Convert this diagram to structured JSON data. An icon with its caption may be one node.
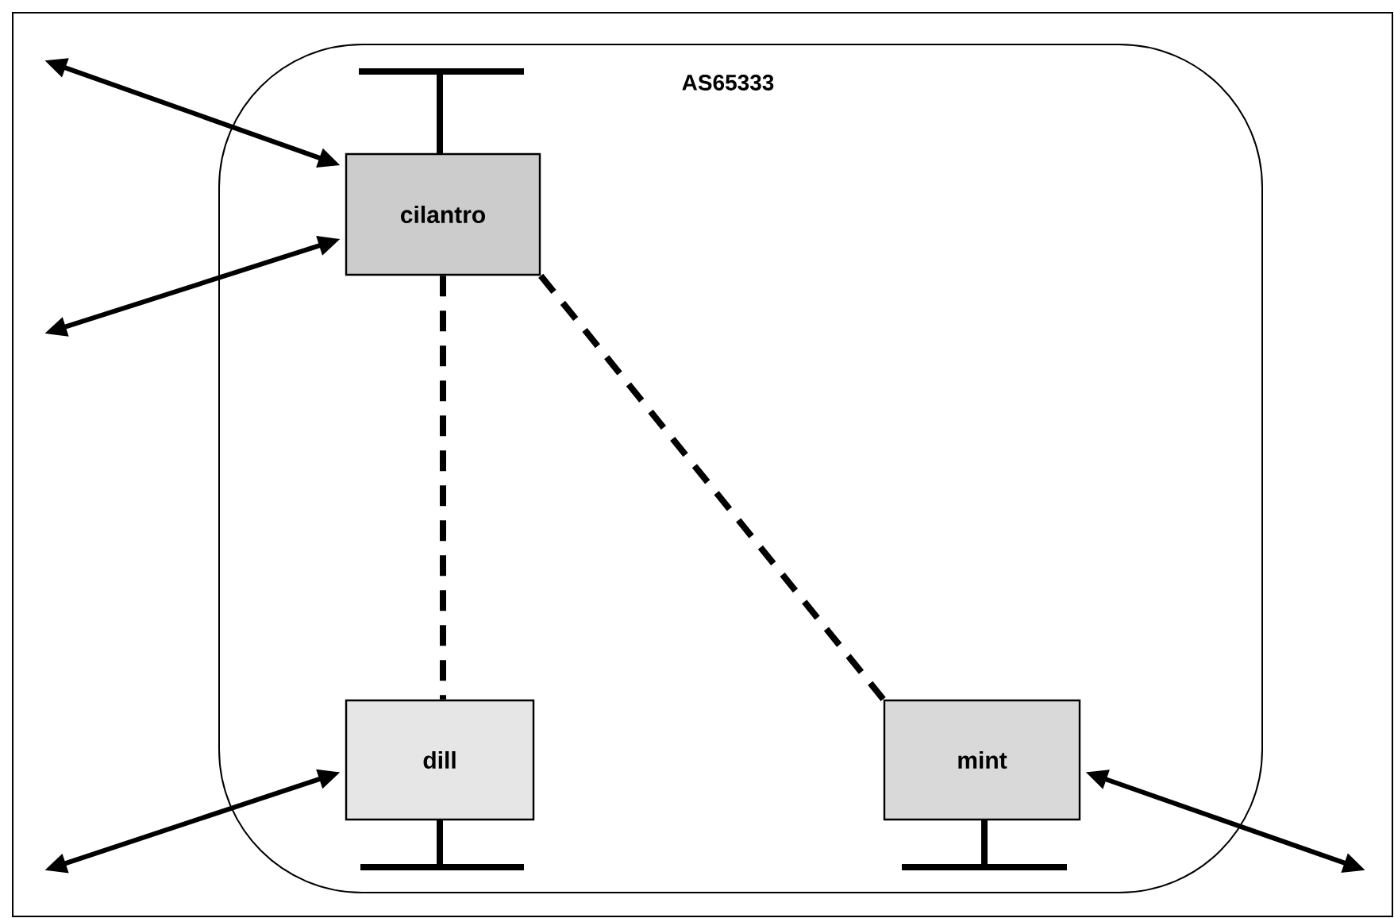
{
  "diagram": {
    "nodes": [
      {
        "text": [
          "AS65333"
        ]
      },
      {
        "text": [
          "cilantro"
        ],
        "in": 0
      },
      {
        "text": [
          "dill"
        ],
        "in": 0
      },
      {
        "text": [
          "mint"
        ],
        "in": 0
      }
    ],
    "edges": [
      {
        "from": null,
        "to": 1,
        "arrow": "both"
      },
      {
        "from": null,
        "to": 1,
        "arrow": "both"
      },
      {
        "from": 1,
        "to": 2,
        "arrow": "none",
        "style": "dashed"
      },
      {
        "from": 1,
        "to": 3,
        "arrow": "none",
        "style": "dashed"
      },
      {
        "from": null,
        "to": 2,
        "arrow": "both"
      },
      {
        "from": null,
        "to": 3,
        "arrow": "both"
      }
    ]
  }
}
